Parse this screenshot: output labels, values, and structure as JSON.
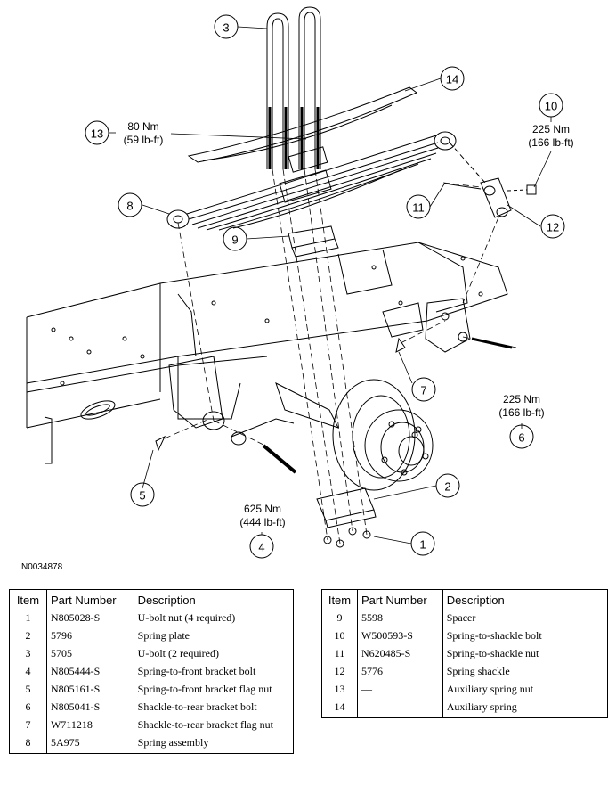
{
  "figure_id": "N0034878",
  "callouts": [
    {
      "num": "1"
    },
    {
      "num": "2"
    },
    {
      "num": "3"
    },
    {
      "num": "4"
    },
    {
      "num": "5"
    },
    {
      "num": "6"
    },
    {
      "num": "7"
    },
    {
      "num": "8"
    },
    {
      "num": "9"
    },
    {
      "num": "10"
    },
    {
      "num": "11"
    },
    {
      "num": "12"
    },
    {
      "num": "13"
    },
    {
      "num": "14"
    }
  ],
  "torques": {
    "t13": {
      "nm": "80 Nm",
      "lbft": "(59 lb-ft)"
    },
    "t10": {
      "nm": "225 Nm",
      "lbft": "(166 lb-ft)"
    },
    "t6": {
      "nm": "225 Nm",
      "lbft": "(166 lb-ft)"
    },
    "t4": {
      "nm": "625 Nm",
      "lbft": "(444 lb-ft)"
    }
  },
  "table_headers": {
    "item": "Item",
    "part_number": "Part Number",
    "description": "Description"
  },
  "table_left": [
    {
      "item": "1",
      "part": "N805028-S",
      "desc": "U-bolt nut (4 required)"
    },
    {
      "item": "2",
      "part": "5796",
      "desc": "Spring plate"
    },
    {
      "item": "3",
      "part": "5705",
      "desc": "U-bolt (2 required)"
    },
    {
      "item": "4",
      "part": "N805444-S",
      "desc": "Spring-to-front bracket bolt"
    },
    {
      "item": "5",
      "part": "N805161-S",
      "desc": "Spring-to-front bracket flag nut"
    },
    {
      "item": "6",
      "part": "N805041-S",
      "desc": "Shackle-to-rear bracket bolt"
    },
    {
      "item": "7",
      "part": "W711218",
      "desc": "Shackle-to-rear bracket flag nut"
    },
    {
      "item": "8",
      "part": "5A975",
      "desc": "Spring assembly"
    }
  ],
  "table_right": [
    {
      "item": "9",
      "part": "5598",
      "desc": "Spacer"
    },
    {
      "item": "10",
      "part": "W500593-S",
      "desc": "Spring-to-shackle bolt"
    },
    {
      "item": "11",
      "part": "N620485-S",
      "desc": "Spring-to-shackle nut"
    },
    {
      "item": "12",
      "part": "5776",
      "desc": "Spring shackle"
    },
    {
      "item": "13",
      "part": "—",
      "desc": "Auxiliary spring nut"
    },
    {
      "item": "14",
      "part": "—",
      "desc": "Auxiliary spring"
    }
  ]
}
